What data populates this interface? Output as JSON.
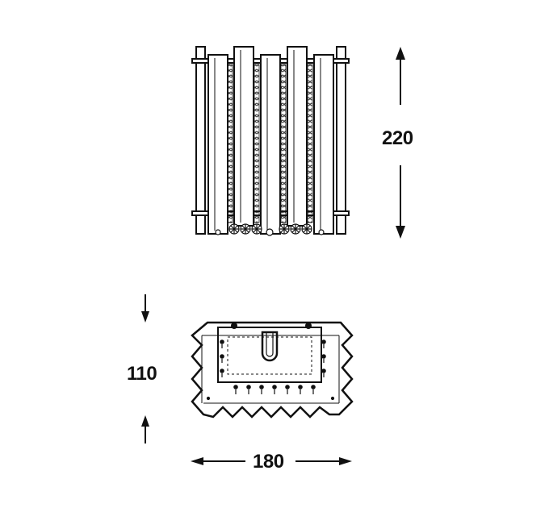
{
  "dimensions": {
    "height": "220",
    "depth": "110",
    "width": "180"
  },
  "colors": {
    "line": "#111111",
    "background": "#ffffff"
  }
}
